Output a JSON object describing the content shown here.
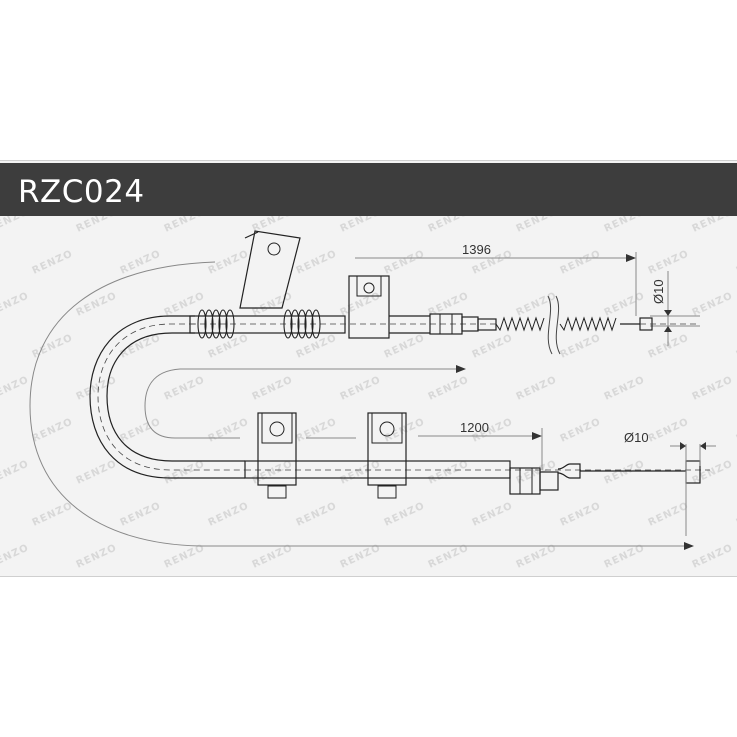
{
  "title": "RZC024",
  "watermark": "RENZO",
  "dimensions": {
    "upper_length": "1396",
    "lower_length": "1200",
    "upper_diameter": "Ø10",
    "lower_diameter": "Ø10"
  },
  "colors": {
    "header": "#3d3d3d",
    "background": "#f3f3f3",
    "line": "#222222"
  }
}
